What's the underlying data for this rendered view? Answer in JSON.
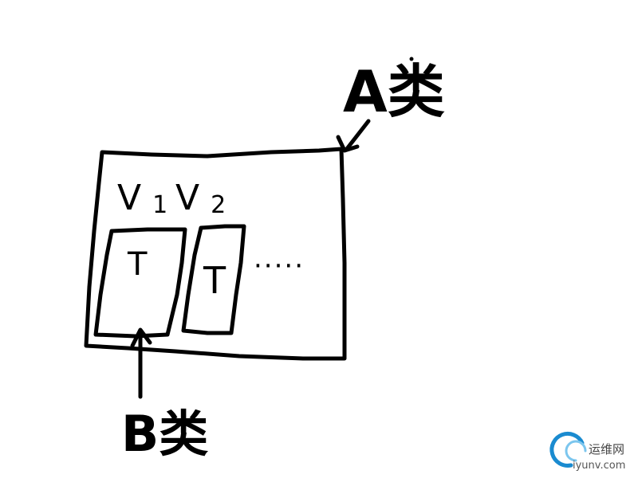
{
  "labels": {
    "class_a": "A类",
    "class_b": "B类",
    "v1": "V1",
    "v2": "V2",
    "t_left": "T",
    "t_right": "T",
    "ellipsis": "·····"
  },
  "watermark": {
    "site_name": "运维网",
    "url": "iyunv.com"
  },
  "colors": {
    "ink": "#000000",
    "background": "#ffffff",
    "watermark_blue": "#1a8bd0"
  }
}
